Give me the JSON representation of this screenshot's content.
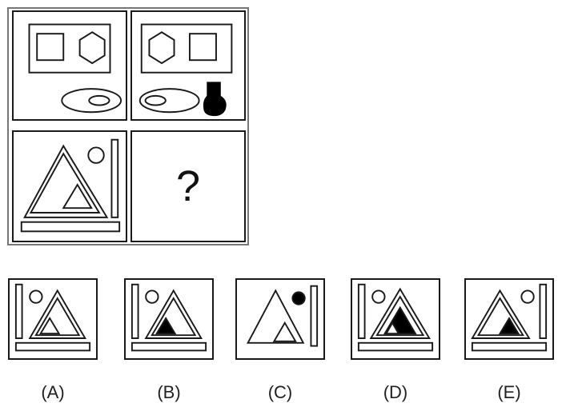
{
  "puzzle": {
    "question_mark": "?"
  },
  "options": [
    {
      "label": "(A)"
    },
    {
      "label": "(B)"
    },
    {
      "label": "(C)"
    },
    {
      "label": "(D)"
    },
    {
      "label": "(E)"
    }
  ],
  "colors": {
    "stroke": "#1a1a1a",
    "fill_dark": "#000000",
    "background": "#ffffff"
  }
}
